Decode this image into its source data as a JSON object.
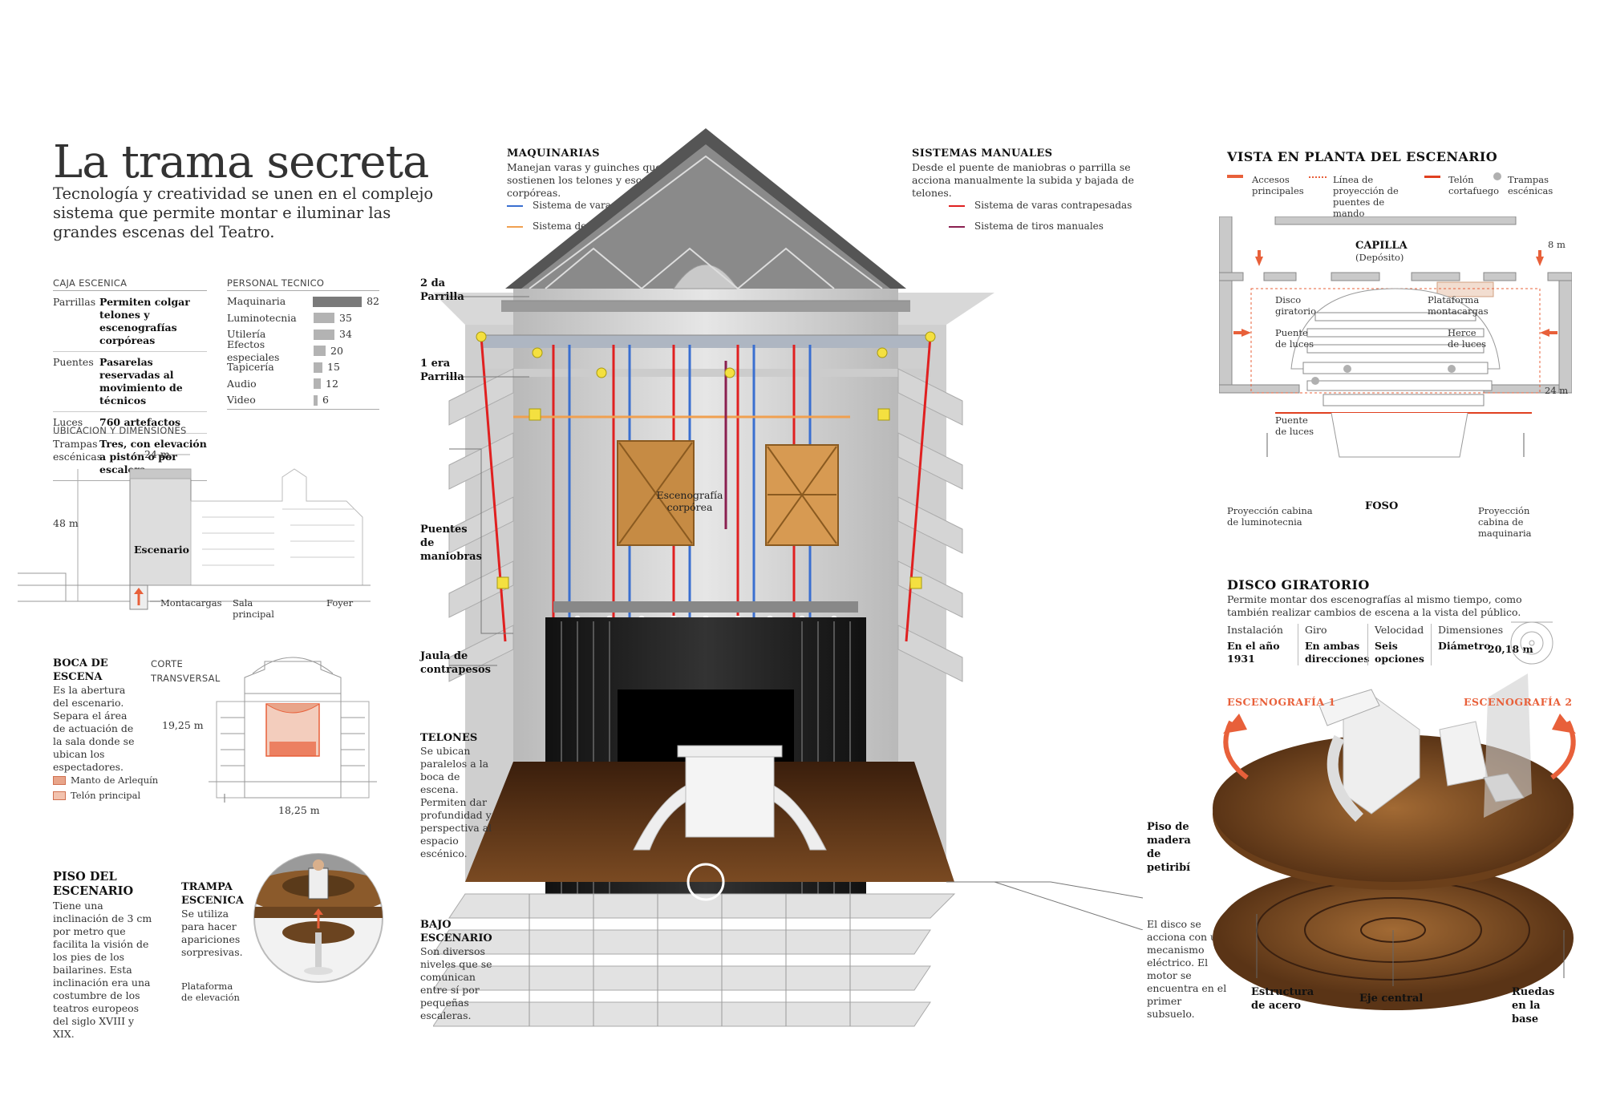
{
  "header": {
    "title": "La trama secreta",
    "subtitle": "Tecnología y creatividad se unen en el complejo sistema que permite montar e iluminar las grandes escenas del Teatro."
  },
  "caja": {
    "heading": "CAJA ESCENICA",
    "rows": [
      {
        "label": "Parrillas",
        "value": "Permiten colgar telones y escenografías corpóreas"
      },
      {
        "label": "Puentes",
        "value": "Pasarelas reservadas al movimiento de técnicos"
      },
      {
        "label": "Luces",
        "value": "760 artefactos"
      },
      {
        "label": "Trampas escénicas",
        "value": "Tres, con elevación a pistón o por escalera"
      }
    ]
  },
  "personal": {
    "heading": "PERSONAL TECNICO",
    "max": 82,
    "rows": [
      {
        "label": "Maquinaria",
        "value": 82
      },
      {
        "label": "Luminotecnia",
        "value": 35
      },
      {
        "label": "Utilería",
        "value": 34
      },
      {
        "label": "Efectos especiales",
        "value": 20
      },
      {
        "label": "Tapicería",
        "value": 15
      },
      {
        "label": "Audio",
        "value": 12
      },
      {
        "label": "Video",
        "value": 6
      }
    ]
  },
  "ubicacion": {
    "heading": "UBICACION Y DIMENSIONES",
    "dim_w": "24 m",
    "dim_h": "48 m",
    "escenario": "Escenario",
    "montacargas": "Montacargas",
    "sala": "Sala principal",
    "foyer": "Foyer"
  },
  "boca": {
    "title": "BOCA DE ESCENA",
    "text": "Es la abertura del escenario. Separa el área de actuación de la sala donde se ubican los espectadores.",
    "corte": "CORTE TRANSVERSAL",
    "dim_h": "19,25 m",
    "dim_w": "18,25 m",
    "legend1": "Manto de Arlequín",
    "legend2": "Telón principal",
    "color1": "#e8a58a",
    "color2": "#f2c2ae"
  },
  "piso": {
    "title": "PISO DEL ESCENARIO",
    "text": "Tiene una inclinación de 3 cm por metro que facilita la visión de los pies de los bailarines. Esta inclinación era una costumbre de los teatros europeos del siglo XVIII y XIX.",
    "trampa_title": "TRAMPA ESCENICA",
    "trampa_text": "Se utiliza para hacer apariciones sorpresivas.",
    "plataforma": "Plataforma de elevación"
  },
  "maquinarias": {
    "title": "MAQUINARIAS",
    "text": "Manejan varas y guinches que sostienen los telones y escenografías corpóreas.",
    "legend": [
      {
        "label": "Sistema de varas motorizadas",
        "color": "#3a6fd0"
      },
      {
        "label": "Sistema de guinches puntuales",
        "color": "#f0a050"
      }
    ]
  },
  "manuales": {
    "title": "SISTEMAS MANUALES",
    "text": "Desde el puente de maniobras o parrilla se acciona manualmente la subida y bajada de telones.",
    "legend": [
      {
        "label": "Sistema de varas contrapesadas",
        "color": "#e02020"
      },
      {
        "label": "Sistema de tiros manuales",
        "color": "#8a2050"
      }
    ]
  },
  "callouts": {
    "parrilla2": "2 da Parrilla",
    "parrilla1": "1 era Parrilla",
    "puentes": "Puentes de maniobras",
    "jaula": "Jaula de contrapesos",
    "telones_title": "TELONES",
    "telones_text": "Se ubican paralelos a la boca de escena. Permiten dar profundidad y perspectiva al espacio escénico.",
    "bajo_title": "BAJO ESCENARIO",
    "bajo_text": "Son diversos niveles que se comunican entre sí por pequeñas escaleras.",
    "escenografia": "Escenografía corpórea",
    "piso_madera": "Piso de madera de petiribí",
    "disco_text": "El disco se acciona con un mecanismo eléctrico. El motor se encuentra en el primer subsuelo."
  },
  "planta": {
    "title": "VISTA EN PLANTA DEL ESCENARIO",
    "legend": [
      {
        "label": "Accesos principales",
        "color": "#e8603a"
      },
      {
        "label": "Línea de proyección de puentes de mando",
        "color": "#e8603a"
      },
      {
        "label": "Telón cortafuego",
        "color": "#e04020"
      },
      {
        "label": "Trampas escénicas",
        "color": "#b0b0b0"
      }
    ],
    "capilla": "CAPILLA",
    "deposito": "(Depósito)",
    "disco": "Disco giratorio",
    "plataforma": "Plataforma montacargas",
    "puente1": "Puente de luces",
    "herce": "Herce de luces",
    "puente2": "Puente de luces",
    "foso": "FOSO",
    "proy_lum": "Proyección cabina de luminotecnia",
    "proy_maq": "Proyección cabina de maquinaria",
    "dim1": "8 m",
    "dim2": "24 m"
  },
  "disco": {
    "title": "DISCO GIRATORIO",
    "text": "Permite montar dos escenografías al mismo tiempo, como también realizar cambios de escena a la vista del público.",
    "stats": [
      {
        "label": "Instalación",
        "value": "En el año 1931"
      },
      {
        "label": "Giro",
        "value": "En ambas direcciones"
      },
      {
        "label": "Velocidad",
        "value": "Seis opciones"
      },
      {
        "label": "Dimensiones",
        "value": "Diámetro"
      }
    ],
    "diametro": "20,18 m",
    "esc1": "ESCENOGRAFÍA 1",
    "esc2": "ESCENOGRAFÍA 2",
    "estructura": "Estructura de acero",
    "eje": "Eje central",
    "ruedas": "Ruedas en la base"
  }
}
